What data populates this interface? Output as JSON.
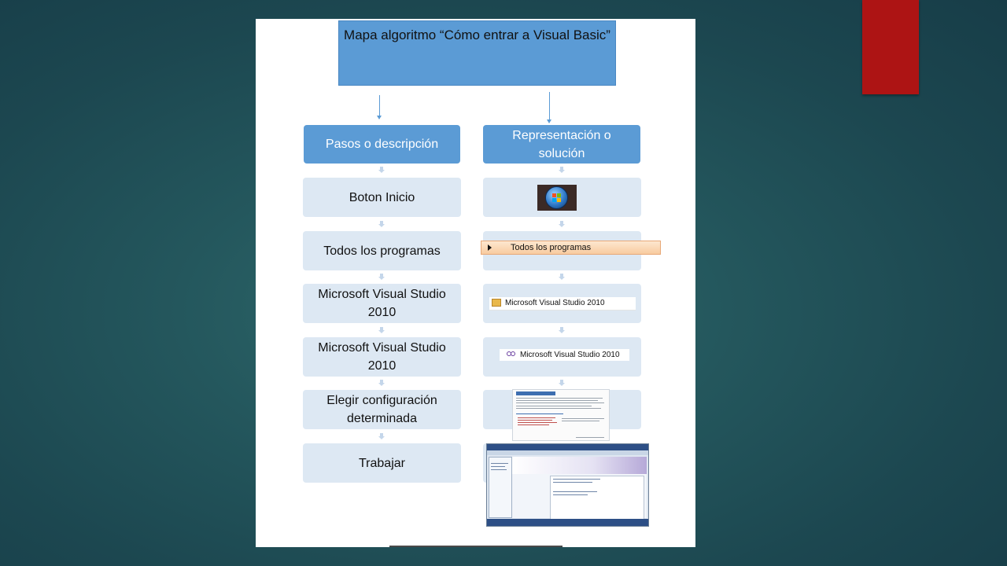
{
  "slide": {
    "accent_color": "#ad1414",
    "background_color": "#24575d"
  },
  "diagram": {
    "title": "Mapa algoritmo “Cómo entrar a Visual Basic”",
    "title_color": "#5b9bd5",
    "step_color": "#dde8f3",
    "left_column": {
      "header": "Pasos o descripción",
      "steps": [
        "Boton Inicio",
        "Todos los programas",
        "Microsoft Visual Studio 2010",
        "Microsoft Visual Studio 2010",
        "Elegir configuración determinada",
        "Trabajar"
      ]
    },
    "right_column": {
      "header": "Representación o solución",
      "items": [
        {
          "type": "image",
          "icon": "windows-start-orb-icon"
        },
        {
          "type": "menu-item",
          "icon": "submenu-arrow-icon",
          "label": "Todos los programas"
        },
        {
          "type": "menu-item",
          "icon": "folder-icon",
          "label": "Microsoft Visual Studio 2010"
        },
        {
          "type": "menu-item",
          "icon": "visual-studio-icon",
          "label": "Microsoft Visual Studio 2010"
        },
        {
          "type": "image",
          "icon": "settings-dialog-screenshot"
        },
        {
          "type": "image",
          "icon": "visual-studio-ide-screenshot"
        }
      ]
    }
  }
}
